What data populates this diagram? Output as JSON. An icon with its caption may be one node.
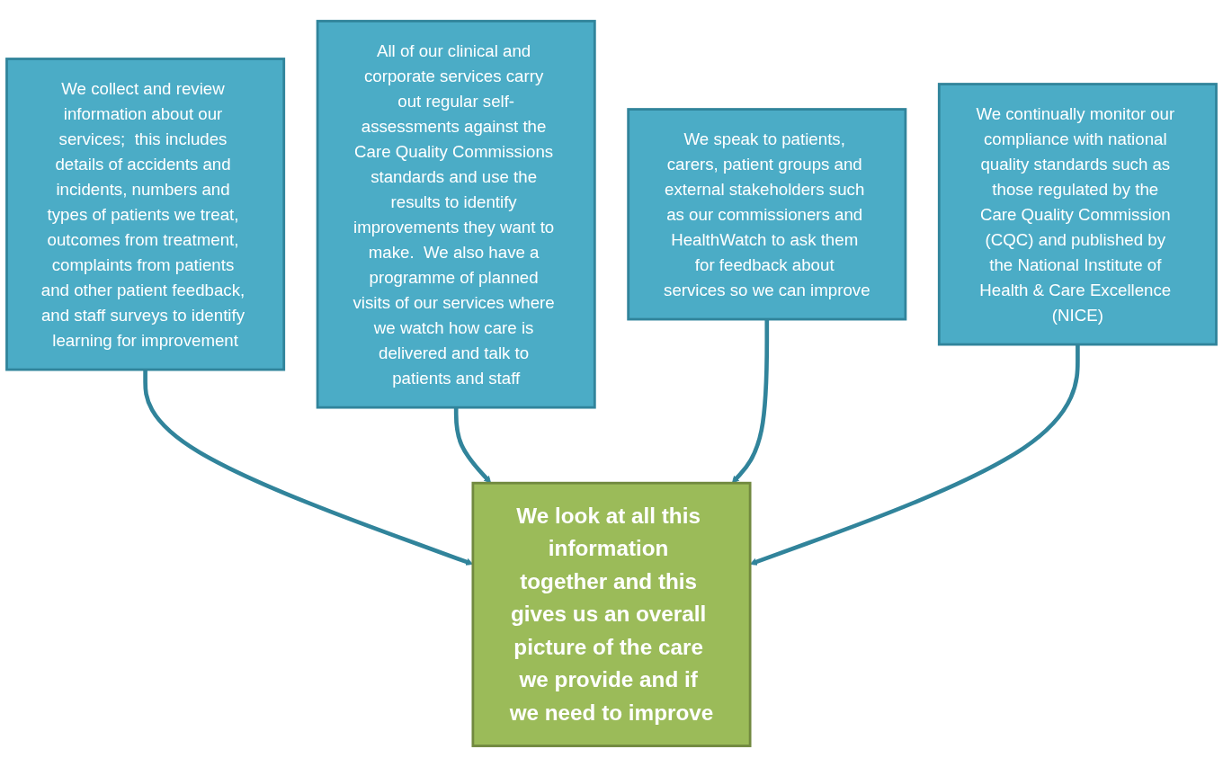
{
  "diagram": {
    "nodes": [
      {
        "text": [
          "We collect and review information about our services;  this includes details of accidents and incidents, numbers and types of patients we treat, outcomes from treatment, complaints from patients and other patient feedback, and staff surveys to identify learning for improvement"
        ]
      },
      {
        "text": [
          "All of our clinical and corporate services carry out regular self-assessments against the Care Quality Commissions standards and use the results to identify improvements they want to make.  We also have a programme of planned visits of our services where we watch how care is delivered and talk to patients and staff"
        ]
      },
      {
        "text": [
          "We speak to patients, carers, patient groups and external stakeholders such as our commissioners and HealthWatch to ask them for feedback about services so we can improve"
        ]
      },
      {
        "text": [
          "We continually monitor our compliance with national quality standards such as those regulated by the Care Quality Commission (CQC) and published by the National Institute of Health & Care Excellence (NICE)"
        ]
      },
      {
        "text": [
          "We look at all this information together and this gives us an overall picture of the care we provide and if we need to improve"
        ]
      }
    ],
    "edges": [
      {
        "from": 0,
        "to": 4,
        "arrow": "to"
      },
      {
        "from": 1,
        "to": 4,
        "arrow": "to"
      },
      {
        "from": 2,
        "to": 4,
        "arrow": "to"
      },
      {
        "from": 3,
        "to": 4,
        "arrow": "to"
      }
    ]
  }
}
